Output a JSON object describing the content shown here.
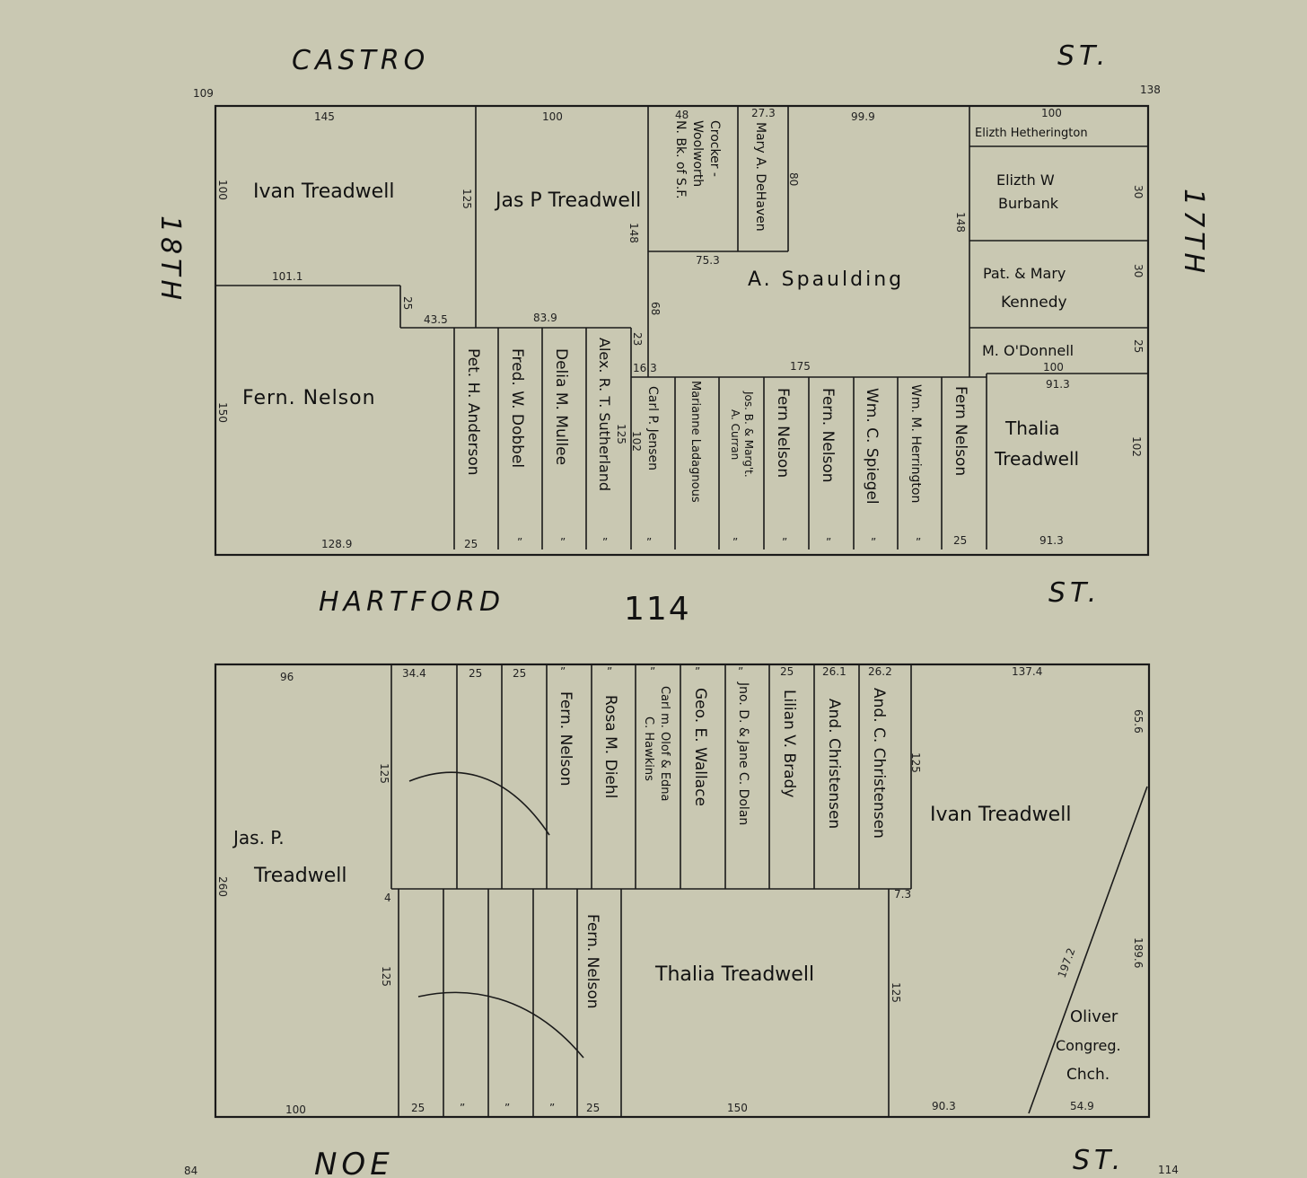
{
  "colors": {
    "paper": "#c9c8b2",
    "ink": "#1a1a1a"
  },
  "streets": {
    "castro": "CASTRO",
    "castro_st": "ST.",
    "hartford": "HARTFORD",
    "hartford_st": "ST.",
    "noe": "NOE",
    "noe_st": "ST.",
    "eighteenth": "18TH",
    "seventeenth": "17TH"
  },
  "block_number": "114",
  "page": {
    "left": "84",
    "right": "114"
  },
  "corners": {
    "tl": "109",
    "tr": "138"
  },
  "block_a": {
    "owners": {
      "ivan": "Ivan Treadwell",
      "jasp": "Jas P Treadwell",
      "crocker_1": "Crocker -",
      "crocker_2": "Woolworth",
      "crocker_3": "N. Bk. of S.F.",
      "dehaven": "Mary A. DeHaven",
      "spaulding": "A. Spaulding",
      "hetherington": "Elizth Hetherington",
      "burbank_1": "Elizth W",
      "burbank_2": "Burbank",
      "kennedy_1": "Pat. & Mary",
      "kennedy_2": "Kennedy",
      "odonnell": "M. O'Donnell",
      "nelson": "Fern. Nelson",
      "anderson": "Pet. H. Anderson",
      "dobbel": "Fred. W. Dobbel",
      "mullee": "Delia M. Mullee",
      "sutherland": "Alex. R. T. Sutherland",
      "jensen": "Carl P. Jensen",
      "ladagnous": "Marianne Ladagnous",
      "curran_1": "Jos. B. & Marg't.",
      "curran_2": "A. Curran",
      "nelson_2": "Fern Nelson",
      "nelson_3": "Fern. Nelson",
      "spiegel": "Wm. C. Spiegel",
      "herrington": "Wm. M. Herrington",
      "nelson_4": "Fern Nelson",
      "thalia_1": "Thalia",
      "thalia_2": "Treadwell"
    },
    "dims": {
      "d145": "145",
      "d100a": "100",
      "d48": "48",
      "d273": "27.3",
      "d999": "99.9",
      "d100b": "100",
      "d100c": "100",
      "d1011": "101.1",
      "d125": "125",
      "d148": "148",
      "d148b": "148",
      "d753": "75.3",
      "d80": "80",
      "d30a": "30",
      "d30b": "30",
      "d25a": "25",
      "d435": "43.5",
      "d839": "83.9",
      "d68": "68",
      "d23": "23",
      "d163": "16.3",
      "d175": "175",
      "d100d": "100",
      "d25b": "25",
      "d913a": "91.3",
      "d150": "150",
      "d125b": "125",
      "d102": "102",
      "d102b": "102",
      "d1289": "128.9",
      "d25c": "25",
      "d25d": "25",
      "d913b": "91.3",
      "ditto": "”"
    }
  },
  "block_b": {
    "owners": {
      "jasp_1": "Jas. P.",
      "jasp_2": "Treadwell",
      "nelson": "Fern. Nelson",
      "diehl": "Rosa M. Diehl",
      "hawkins_1": "Carl m. Olof & Edna",
      "hawkins_2": "C. Hawkins",
      "wallace": "Geo. E. Wallace",
      "dolan": "Jno. D. & Jane C. Dolan",
      "brady": "Lilian V. Brady",
      "christensen_a": "And. Christensen",
      "christensen_b": "And. C. Christensen",
      "ivan": "Ivan Treadwell",
      "nelson_2": "Fern. Nelson",
      "thalia": "Thalia Treadwell",
      "oliver_1": "Oliver",
      "oliver_2": "Congreg.",
      "oliver_3": "Chch."
    },
    "dims": {
      "d96": "96",
      "d344": "34.4",
      "d25a": "25",
      "d25b": "25",
      "d25c": "25",
      "d261": "26.1",
      "d262": "26.2",
      "d1374": "137.4",
      "d656": "65.6",
      "d125a": "125",
      "d125b": "125",
      "d125c": "125",
      "d125d": "125",
      "d260": "260",
      "d4": "4",
      "d73": "7.3",
      "d1896": "189.6",
      "d1972": "197.2",
      "d100": "100",
      "d25d": "25",
      "d25e": "25",
      "d150": "150",
      "d903": "90.3",
      "d549": "54.9",
      "ditto": "”"
    }
  }
}
